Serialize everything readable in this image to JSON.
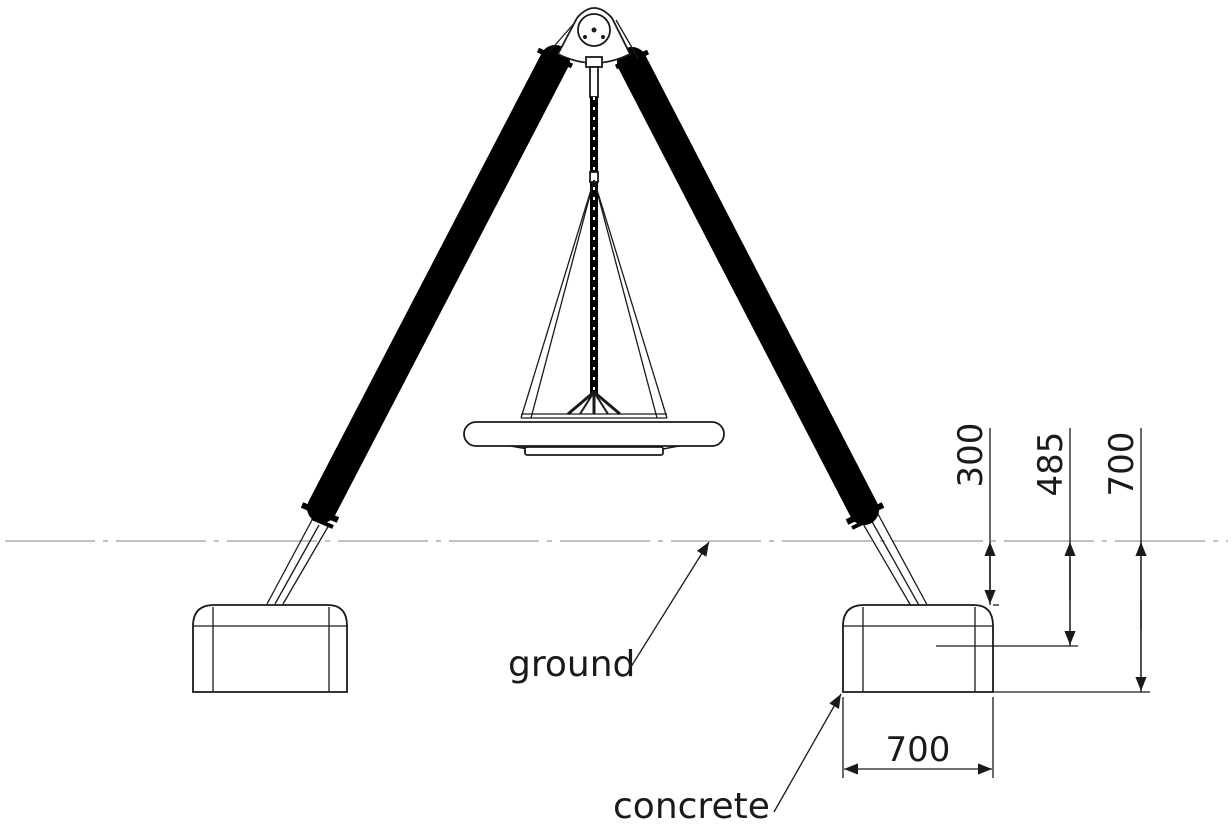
{
  "labels": {
    "ground": "ground",
    "concrete": "concrete"
  },
  "dimensions": {
    "depth_top": "300",
    "depth_anchor": "485",
    "depth_total": "700",
    "foundation_width": "700"
  },
  "colors": {
    "line": "#1a1a1a",
    "padding": "#000000",
    "ground_line": "#9a9a9a",
    "background": "#ffffff"
  }
}
